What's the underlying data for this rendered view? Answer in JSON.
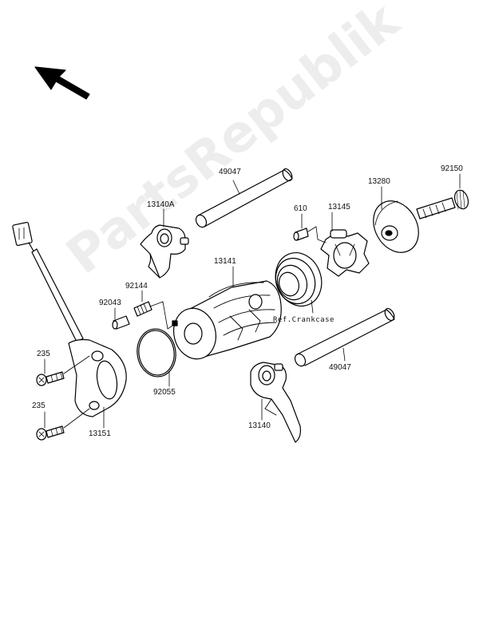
{
  "labels": {
    "p49047_top": "49047",
    "p13140A": "13140A",
    "p92150": "92150",
    "p13280": "13280",
    "p610": "610",
    "p13145": "13145",
    "p13141": "13141",
    "p92144": "92144",
    "p92043": "92043",
    "ref_crankcase": "Ref.Crankcase",
    "p235_a": "235",
    "p235_b": "235",
    "p92055": "92055",
    "p49047_bottom": "49047",
    "p13151": "13151",
    "p13140": "13140"
  },
  "watermark": "PartsRepublik",
  "icons": {
    "direction": "arrow-up-left-icon"
  },
  "colors": {
    "line": "#000000",
    "background": "#ffffff"
  }
}
